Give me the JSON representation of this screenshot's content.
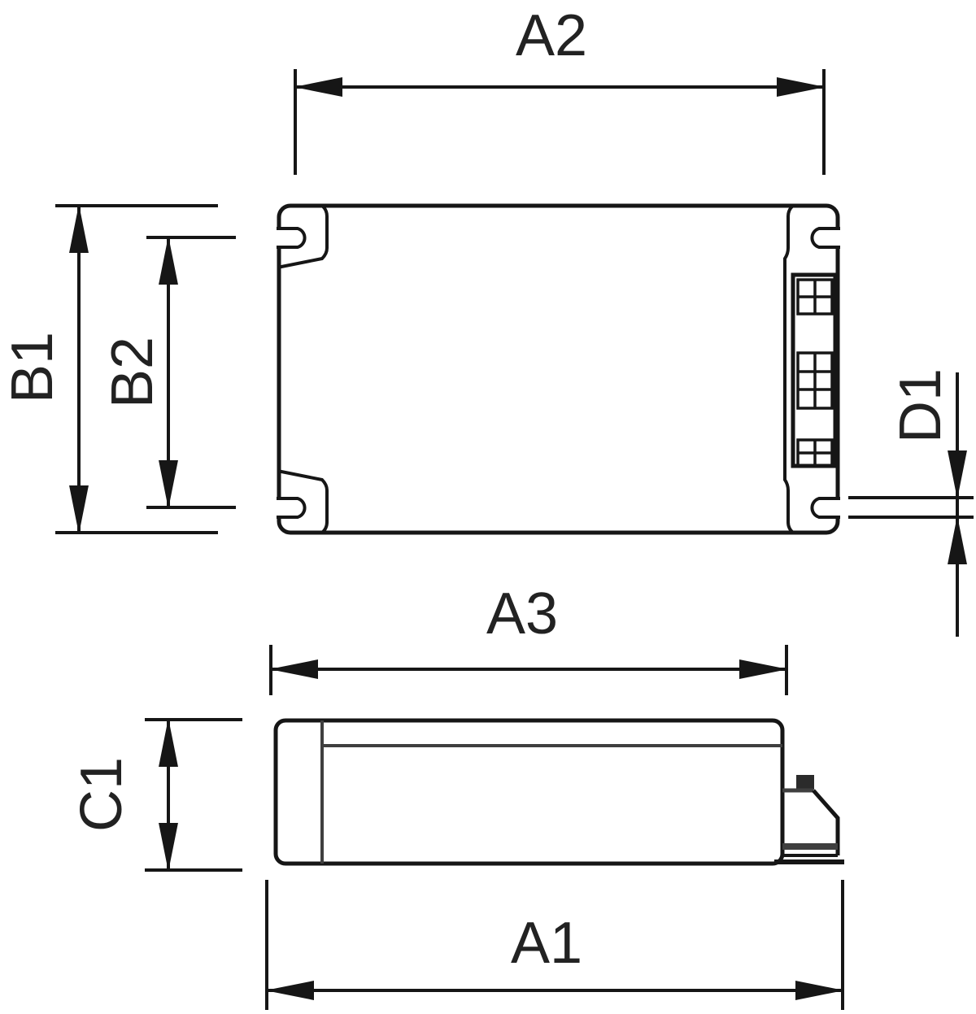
{
  "drawing": {
    "labels": {
      "a1": "A1",
      "a2": "A2",
      "a3": "A3",
      "b1": "B1",
      "b2": "B2",
      "c1": "C1",
      "d1": "D1"
    },
    "colors": {
      "line": "#161616",
      "detail_line": "#3f3f3f",
      "text": "#222222",
      "background": "#ffffff"
    }
  }
}
